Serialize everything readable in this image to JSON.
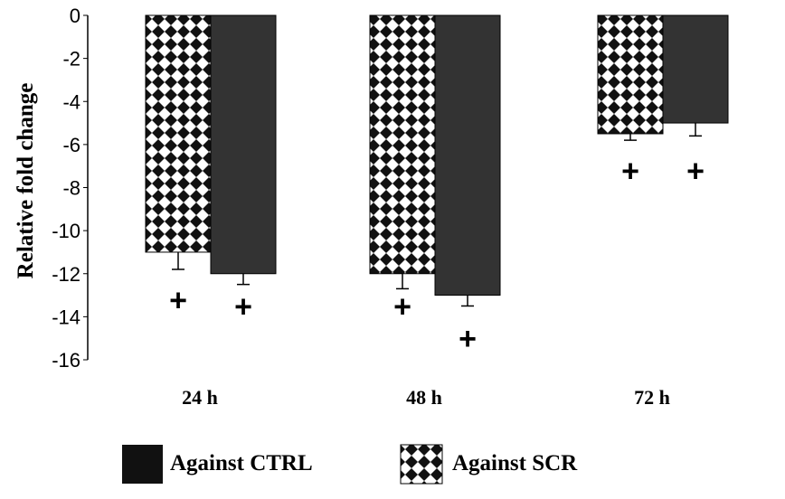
{
  "chart_data": {
    "type": "bar",
    "title": "",
    "xlabel": "",
    "ylabel": "Relative fold change",
    "ylim": [
      -16,
      0
    ],
    "yticks": [
      0,
      -2,
      -4,
      -6,
      -8,
      -10,
      -12,
      -14,
      -16
    ],
    "categories": [
      "24 h",
      "48 h",
      "72 h"
    ],
    "series": [
      {
        "name": "Against SCR",
        "pattern": "diamond-checker",
        "values": [
          -11,
          -12,
          -5.5
        ],
        "errors": [
          0.8,
          0.7,
          0.3
        ],
        "significance_marker_y": [
          -13.2,
          -13.5,
          -7.2
        ]
      },
      {
        "name": "Against CTRL",
        "color": "#333333",
        "values": [
          -12,
          -13,
          -5
        ],
        "errors": [
          0.5,
          0.5,
          0.6
        ],
        "significance_marker_y": [
          -13.5,
          -15,
          -7.2
        ]
      }
    ],
    "significance_symbol": "+",
    "legend": {
      "position": "bottom",
      "entries": [
        "Against CTRL",
        "Against SCR"
      ]
    }
  }
}
